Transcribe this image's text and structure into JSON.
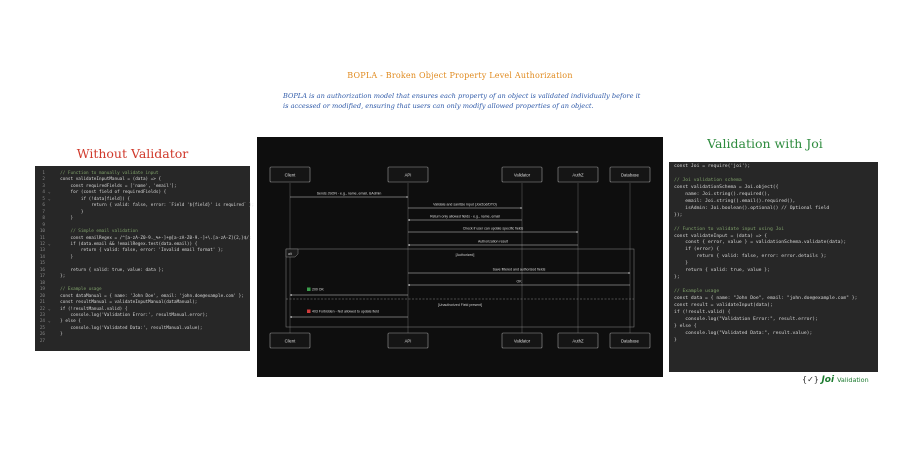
{
  "title": "BOPLA - Broken Object Property Level Authorization",
  "description": "BOPLA is an authorization model that ensures each property of an object is validated individually before it is accessed or modified, ensuring that users can only modify allowed properties of an object.",
  "left_heading": "Without Validator",
  "right_heading": "Validation with Joi",
  "left_code": [
    {
      "n": "1",
      "f": "",
      "t": "  // Function to manually validate input",
      "c": "cm"
    },
    {
      "n": "2",
      "f": "",
      "t": "  const validateInputManual = (data) => {",
      "c": ""
    },
    {
      "n": "3",
      "f": "",
      "t": "      const requiredFields = ['name', 'email'];",
      "c": ""
    },
    {
      "n": "4",
      "f": "⌄",
      "t": "      for (const field of requiredFields) {",
      "c": ""
    },
    {
      "n": "5",
      "f": "⌄",
      "t": "          if (!data[field]) {",
      "c": ""
    },
    {
      "n": "6",
      "f": "",
      "t": "              return { valid: false, error: `Field '${field}' is required` };",
      "c": ""
    },
    {
      "n": "7",
      "f": "",
      "t": "          }",
      "c": ""
    },
    {
      "n": "8",
      "f": "",
      "t": "      }",
      "c": ""
    },
    {
      "n": "9",
      "f": "",
      "t": "",
      "c": ""
    },
    {
      "n": "10",
      "f": "",
      "t": "      // Simple email validation",
      "c": "cm"
    },
    {
      "n": "11",
      "f": "",
      "t": "      const emailRegex = /^[a-zA-Z0-9._%+-]+@[a-zA-Z0-9.-]+\\.[a-zA-Z]{2,}$/;",
      "c": ""
    },
    {
      "n": "12",
      "f": "⌄",
      "t": "      if (data.email && !emailRegex.test(data.email)) {",
      "c": ""
    },
    {
      "n": "13",
      "f": "",
      "t": "          return { valid: false, error: 'Invalid email format' };",
      "c": ""
    },
    {
      "n": "14",
      "f": "",
      "t": "      }",
      "c": ""
    },
    {
      "n": "15",
      "f": "",
      "t": "",
      "c": ""
    },
    {
      "n": "16",
      "f": "",
      "t": "      return { valid: true, value: data };",
      "c": ""
    },
    {
      "n": "17",
      "f": "",
      "t": "  };",
      "c": ""
    },
    {
      "n": "18",
      "f": "",
      "t": "",
      "c": ""
    },
    {
      "n": "19",
      "f": "",
      "t": "  // Example usage",
      "c": "cm"
    },
    {
      "n": "20",
      "f": "",
      "t": "  const dataManual = { name: 'John Doe', email: 'john.doe@example.com' };",
      "c": ""
    },
    {
      "n": "21",
      "f": "",
      "t": "  const resultManual = validateInputManual(dataManual);",
      "c": ""
    },
    {
      "n": "22",
      "f": "⌄",
      "t": "  if (!resultManual.valid) {",
      "c": ""
    },
    {
      "n": "23",
      "f": "",
      "t": "      console.log('Validation Error:', resultManual.error);",
      "c": ""
    },
    {
      "n": "24",
      "f": "⌄",
      "t": "  } else {",
      "c": ""
    },
    {
      "n": "25",
      "f": "",
      "t": "      console.log('Validated Data:', resultManual.value);",
      "c": ""
    },
    {
      "n": "26",
      "f": "",
      "t": "  }",
      "c": ""
    },
    {
      "n": "27",
      "f": "",
      "t": "",
      "c": ""
    }
  ],
  "right_code": [
    {
      "t": "const Joi = require('joi');",
      "c": ""
    },
    {
      "t": "",
      "c": ""
    },
    {
      "t": "// Joi validation schema",
      "c": "cm"
    },
    {
      "t": "const validationSchema = Joi.object({",
      "c": ""
    },
    {
      "t": "    name: Joi.string().required(),",
      "c": ""
    },
    {
      "t": "    email: Joi.string().email().required(),",
      "c": ""
    },
    {
      "t": "    isAdmin: Joi.boolean().optional() // Optional field",
      "c": ""
    },
    {
      "t": "});",
      "c": ""
    },
    {
      "t": "",
      "c": ""
    },
    {
      "t": "// Function to validate input using Joi",
      "c": "cm"
    },
    {
      "t": "const validateInput = (data) => {",
      "c": ""
    },
    {
      "t": "    const { error, value } = validationSchema.validate(data);",
      "c": ""
    },
    {
      "t": "    if (error) {",
      "c": ""
    },
    {
      "t": "        return { valid: false, error: error.details };",
      "c": ""
    },
    {
      "t": "    }",
      "c": ""
    },
    {
      "t": "    return { valid: true, value };",
      "c": ""
    },
    {
      "t": "};",
      "c": ""
    },
    {
      "t": "",
      "c": ""
    },
    {
      "t": "// Example usage",
      "c": "cm"
    },
    {
      "t": "const data = { name: \"John Doe\", email: \"john.doe@example.com\" };",
      "c": ""
    },
    {
      "t": "const result = validateInput(data);",
      "c": ""
    },
    {
      "t": "if (!result.valid) {",
      "c": ""
    },
    {
      "t": "    console.log(\"Validation Error:\", result.error);",
      "c": ""
    },
    {
      "t": "} else {",
      "c": ""
    },
    {
      "t": "    console.log(\"Validated Data:\", result.value);",
      "c": ""
    },
    {
      "t": "}",
      "c": ""
    }
  ],
  "sequence": {
    "participants": [
      "Client",
      "API",
      "Validator",
      "AuthZ",
      "Database"
    ],
    "messages": [
      {
        "from": 0,
        "to": 1,
        "text": "Sends JSON - e.g., name, email, isAdmin"
      },
      {
        "from": 1,
        "to": 2,
        "text": "Validate and sanitize input (Joi/Zod/DTO)"
      },
      {
        "from": 2,
        "to": 1,
        "text": "Return only allowed fields - e.g., name, email"
      },
      {
        "from": 1,
        "to": 3,
        "text": "Check if user can update specific fields"
      },
      {
        "from": 3,
        "to": 1,
        "text": "Authorization result"
      },
      {
        "from": 1,
        "to": 4,
        "text": "Save filtered and authorized fields"
      },
      {
        "from": 4,
        "to": 1,
        "text": "OK"
      },
      {
        "from": 1,
        "to": 0,
        "text": "200 OK",
        "icon": "check"
      },
      {
        "from": 1,
        "to": 0,
        "text": "403 Forbidden - Not allowed to update field",
        "icon": "cross"
      }
    ],
    "alt_label": "alt",
    "guard_authorized": "[Authorized]",
    "guard_unauthorized": "[Unauthorized Field present]"
  },
  "logo": {
    "mark": "{✓}",
    "name": "Joi",
    "suffix": "Validation"
  },
  "colors": {
    "title": "#e08a1e",
    "description": "#2f5aa8",
    "left_heading": "#d0392b",
    "right_heading": "#2e8b3e"
  }
}
